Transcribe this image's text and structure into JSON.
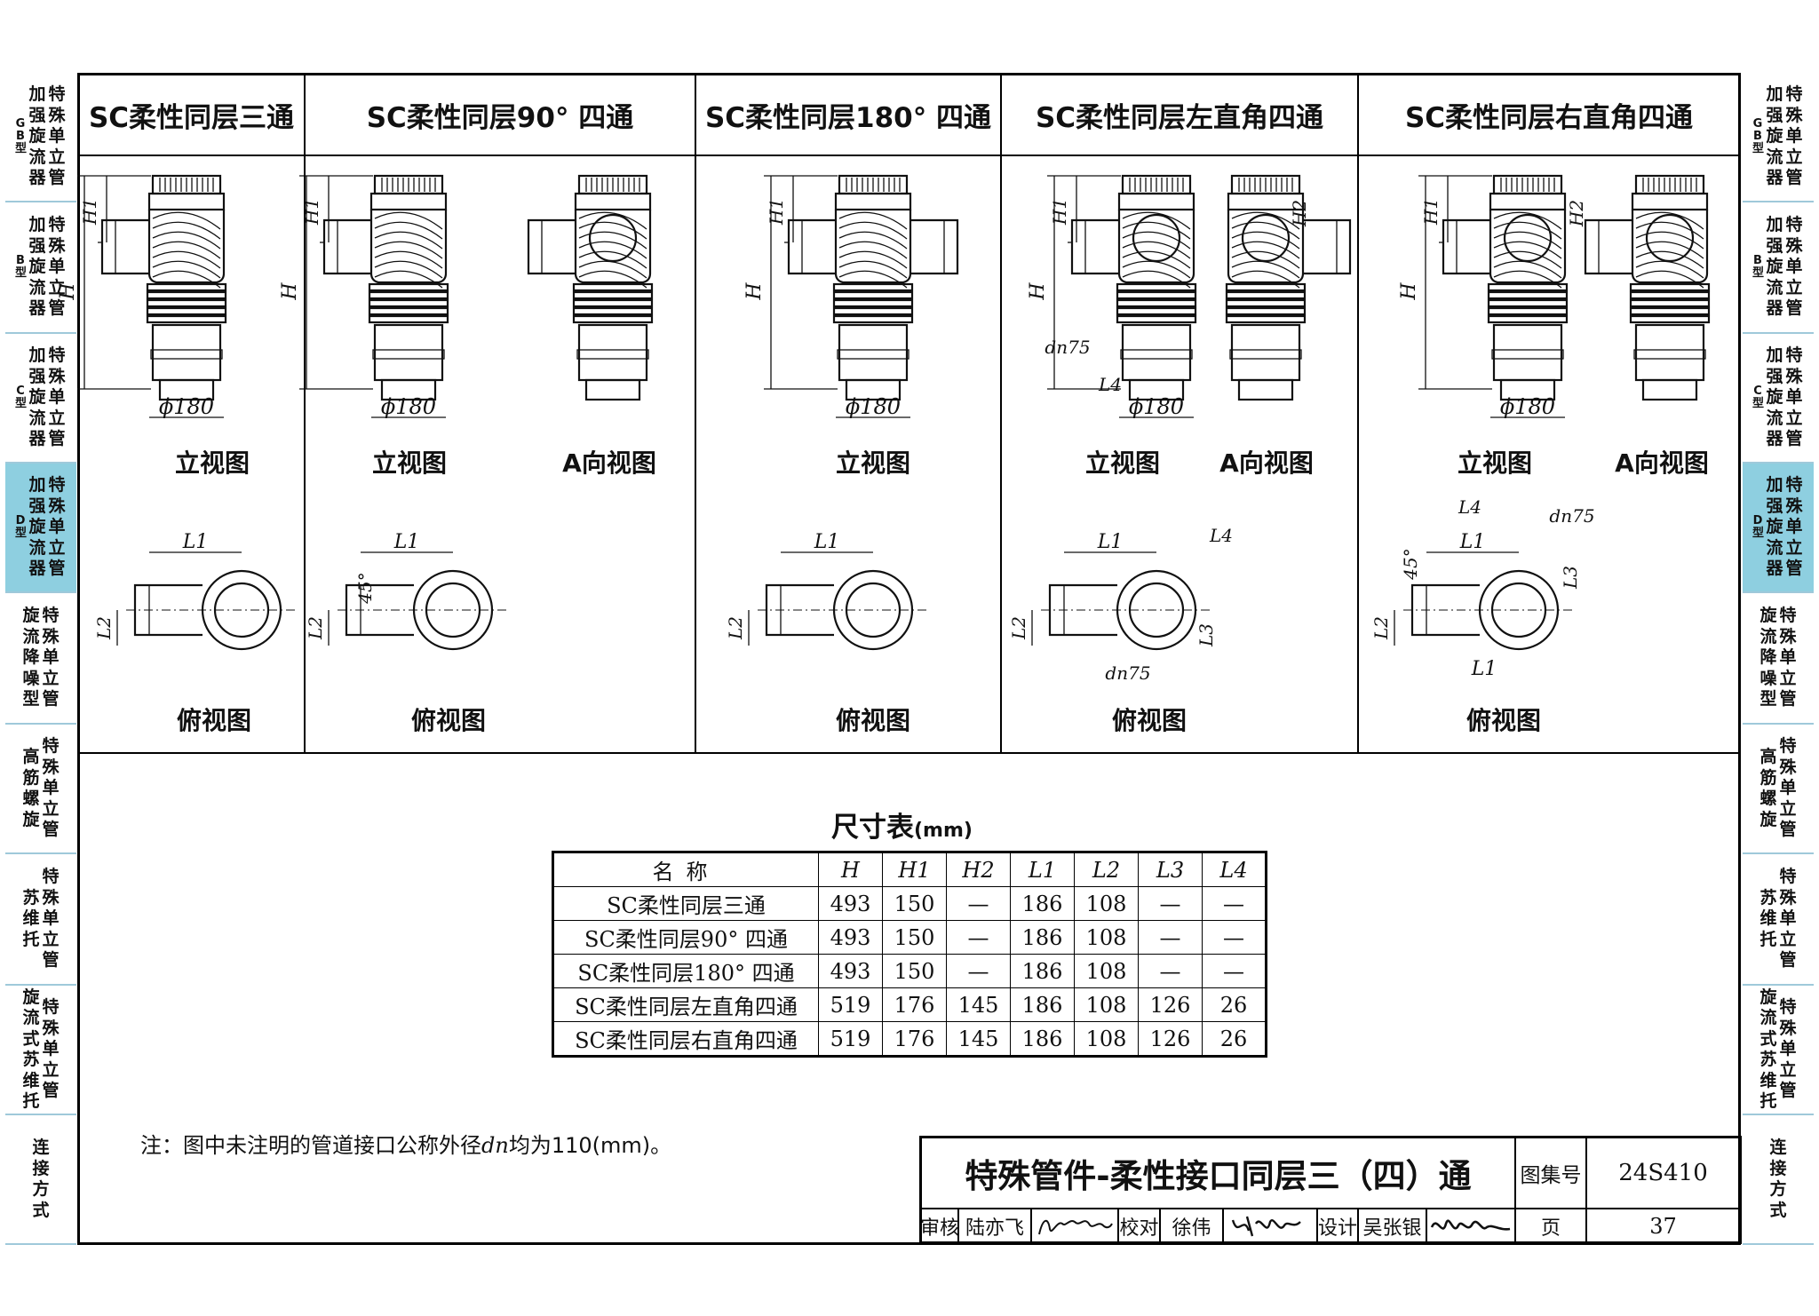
{
  "side_tabs_left": [
    {
      "prefix": "GB型",
      "a": "加强旋流器",
      "b": "特殊单立管"
    },
    {
      "prefix": "B型",
      "a": "加强旋流器",
      "b": "特殊单立管"
    },
    {
      "prefix": "C型",
      "a": "加强旋流器",
      "b": "特殊单立管"
    },
    {
      "prefix": "D型",
      "a": "加强旋流器",
      "b": "特殊单立管"
    },
    {
      "prefix": "",
      "a": "旋流降噪型",
      "b": "特殊单立管"
    },
    {
      "prefix": "",
      "a": "高筋螺旋",
      "b": "特殊单立管"
    },
    {
      "prefix": "",
      "a": "苏维托",
      "b": "特殊单立管"
    },
    {
      "prefix": "",
      "a": "旋流式苏维托",
      "b": "特殊单立管"
    },
    {
      "prefix": "",
      "a": "连接方式",
      "b": ""
    }
  ],
  "side_tabs_right": [
    {
      "prefix": "GB型",
      "a": "加强旋流器",
      "b": "特殊单立管"
    },
    {
      "prefix": "B型",
      "a": "加强旋流器",
      "b": "特殊单立管"
    },
    {
      "prefix": "C型",
      "a": "加强旋流器",
      "b": "特殊单立管"
    },
    {
      "prefix": "D型",
      "a": "加强旋流器",
      "b": "特殊单立管"
    },
    {
      "prefix": "",
      "a": "旋流降噪型",
      "b": "特殊单立管"
    },
    {
      "prefix": "",
      "a": "高筋螺旋",
      "b": "特殊单立管"
    },
    {
      "prefix": "",
      "a": "苏维托",
      "b": "特殊单立管"
    },
    {
      "prefix": "",
      "a": "旋流式苏维托",
      "b": "特殊单立管"
    },
    {
      "prefix": "",
      "a": "连接方式",
      "b": ""
    }
  ],
  "active_tab": "D型",
  "columns": [
    {
      "title": "SC柔性同层三通"
    },
    {
      "title": "SC柔性同层90° 四通"
    },
    {
      "title": "SC柔性同层180° 四通"
    },
    {
      "title": "SC柔性同层左直角四通"
    },
    {
      "title": "SC柔性同层右直角四通"
    }
  ],
  "view_labels": {
    "front": "立视图",
    "a_view": "A向视图",
    "top": "俯视图"
  },
  "drawing_labels": {
    "H": "H",
    "H1": "H1",
    "H2": "H2",
    "L1": "L1",
    "L2": "L2",
    "L3": "L3",
    "L4": "L4",
    "diameter": "ϕ180",
    "dn75": "dn75",
    "angle45": "45°"
  },
  "dimension_table": {
    "title": "尺寸表",
    "unit": "(mm)",
    "headers": [
      "名称",
      "H",
      "H1",
      "H2",
      "L1",
      "L2",
      "L3",
      "L4"
    ],
    "rows": [
      [
        "SC柔性同层三通",
        "493",
        "150",
        "—",
        "186",
        "108",
        "—",
        "—"
      ],
      [
        "SC柔性同层90° 四通",
        "493",
        "150",
        "—",
        "186",
        "108",
        "—",
        "—"
      ],
      [
        "SC柔性同层180° 四通",
        "493",
        "150",
        "—",
        "186",
        "108",
        "—",
        "—"
      ],
      [
        "SC柔性同层左直角四通",
        "519",
        "176",
        "145",
        "186",
        "108",
        "126",
        "26"
      ],
      [
        "SC柔性同层右直角四通",
        "519",
        "176",
        "145",
        "186",
        "108",
        "126",
        "26"
      ]
    ]
  },
  "note": {
    "prefix": "注：图中未注明的管道接口公称外径",
    "symbol": "dn",
    "suffix": "均为110(mm)。"
  },
  "title_block": {
    "title": "特殊管件-柔性接口同层三（四）通",
    "atlas_label": "图集号",
    "atlas_no": "24S410",
    "review_label": "审核",
    "reviewer": "陆亦飞",
    "check_label": "校对",
    "checker": "徐伟",
    "design_label": "设计",
    "designer": "吴张银",
    "page_label": "页",
    "page_no": "37"
  },
  "colors": {
    "active_tab": "#8ecfe0",
    "tab_divider": "#9fc9da",
    "line": "#000000"
  }
}
